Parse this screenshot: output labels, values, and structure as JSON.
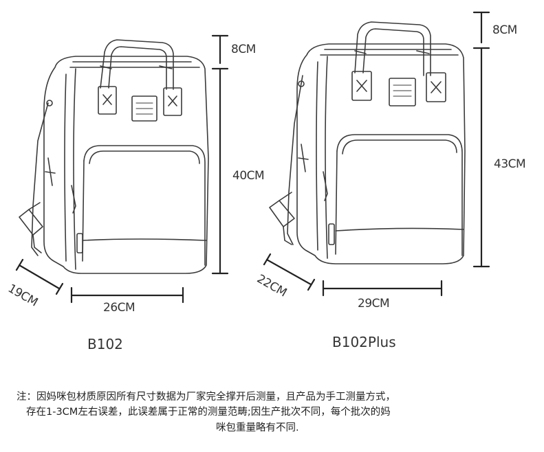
{
  "products": [
    {
      "model": "B102",
      "dims": {
        "handle": "8CM",
        "height": "40CM",
        "depth": "19CM",
        "width": "26CM"
      }
    },
    {
      "model": "B102Plus",
      "dims": {
        "handle": "8CM",
        "height": "43CM",
        "depth": "22CM",
        "width": "29CM"
      }
    }
  ],
  "note": {
    "line1": "注：因妈咪包材质原因所有尺寸数据为厂家完全撑开后测量，且产品为手工测量方式，",
    "line2": "存在1-3CM左右误差，此误差属于正常的测量范畴;因生产批次不同，每个批次的妈",
    "line3": "咪包重量略有不同."
  }
}
